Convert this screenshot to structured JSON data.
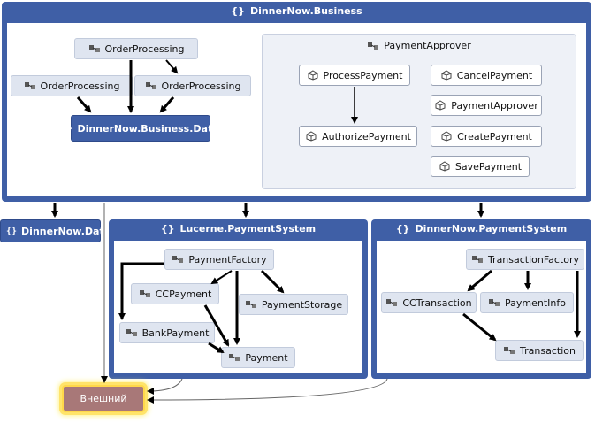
{
  "business": {
    "title": "DinnerNow.Business",
    "nodes": {
      "order_top": "OrderProcessing",
      "order_left": "OrderProcessing",
      "order_right": "OrderProcessing",
      "data": "DinnerNow.Business.Data"
    },
    "approver": {
      "title": "PaymentApprover",
      "process": "ProcessPayment",
      "authorize": "AuthorizePayment",
      "cancel": "CancelPayment",
      "approver": "PaymentApprover",
      "create": "CreatePayment",
      "save": "SavePayment"
    }
  },
  "data_group": {
    "title": "DinnerNow.Data"
  },
  "lucerne": {
    "title": "Lucerne.PaymentSystem",
    "factory": "PaymentFactory",
    "ccpayment": "CCPayment",
    "storage": "PaymentStorage",
    "bank": "BankPayment",
    "payment": "Payment"
  },
  "dn_payment": {
    "title": "DinnerNow.PaymentSystem",
    "factory": "TransactionFactory",
    "cctrans": "CCTransaction",
    "info": "PaymentInfo",
    "transaction": "Transaction"
  },
  "external": {
    "label": "Внешний"
  },
  "colors": {
    "group_fill": "#3f5fa6",
    "node_fill": "#dfe5f0",
    "external_fill": "#a87878",
    "external_glow": "#ffe46a"
  }
}
